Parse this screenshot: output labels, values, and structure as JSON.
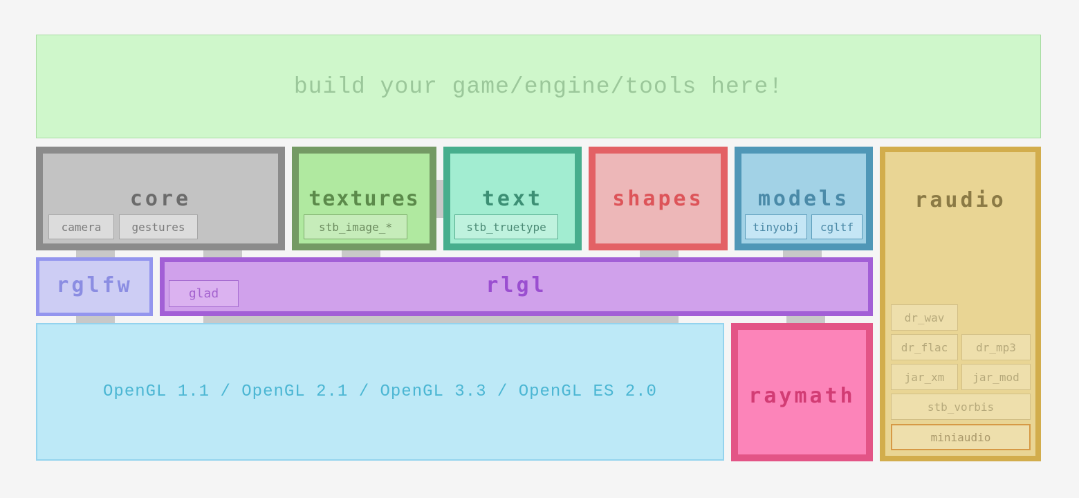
{
  "game_area": {
    "label": "build your game/engine/tools here!"
  },
  "modules": {
    "core": {
      "title": "core",
      "subs": [
        "camera",
        "gestures"
      ]
    },
    "textures": {
      "title": "textures",
      "subs": [
        "stb_image_*"
      ]
    },
    "text": {
      "title": "text",
      "subs": [
        "stb_truetype"
      ]
    },
    "shapes": {
      "title": "shapes"
    },
    "models": {
      "title": "models",
      "subs": [
        "tinyobj",
        "cgltf"
      ]
    },
    "raudio": {
      "title": "raudio",
      "subs": [
        "dr_wav",
        "dr_flac",
        "dr_mp3",
        "jar_xm",
        "jar_mod",
        "stb_vorbis",
        "miniaudio"
      ]
    },
    "rglfw": {
      "title": "rglfw"
    },
    "rlgl": {
      "title": "rlgl",
      "subs": [
        "glad"
      ]
    },
    "opengl": {
      "label": "OpenGL 1.1 / OpenGL 2.1 / OpenGL 3.3 / OpenGL ES 2.0"
    },
    "raymath": {
      "title": "raymath"
    }
  },
  "colors": {
    "background": "#f5f5f5",
    "game_fill": "#cff7cb",
    "core_border": "#8b8b8b",
    "textures_border": "#749a64",
    "text_border": "#47ae8d",
    "shapes_border": "#e36165",
    "models_border": "#4f97b7",
    "raudio_border": "#d2ad4c",
    "rglfw_border": "#9395ee",
    "rlgl_border": "#a25fd6",
    "opengl_fill": "#bde9f7",
    "raymath_border": "#e35486",
    "connector": "#c8c8c8"
  }
}
